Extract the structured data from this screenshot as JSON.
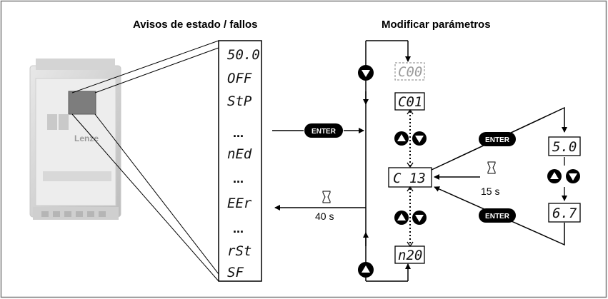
{
  "headings": {
    "left": "Avisos de estado / fallos",
    "right": "Modificar parámetros"
  },
  "device": {
    "brand": "Lenze"
  },
  "status_list": {
    "items": [
      "50.0",
      "OFF",
      "StP",
      "...",
      "nEd",
      "...",
      "EEr",
      "...",
      "rSt",
      "SF"
    ]
  },
  "params": {
    "c00": "C00",
    "c01": "C01",
    "c13": "C 13",
    "n20": "n20",
    "value_a": "5.0",
    "value_b": "6.7"
  },
  "keys": {
    "enter_label": "ENTER"
  },
  "timers": {
    "left": "40 s",
    "right": "15 s"
  },
  "colors": {
    "lcd_border": "#000000",
    "key_fill": "#000000",
    "dimmed_lcd": "#9a9a9a",
    "device_body": "#d9d9d9",
    "frame": "#7a7a7a"
  }
}
